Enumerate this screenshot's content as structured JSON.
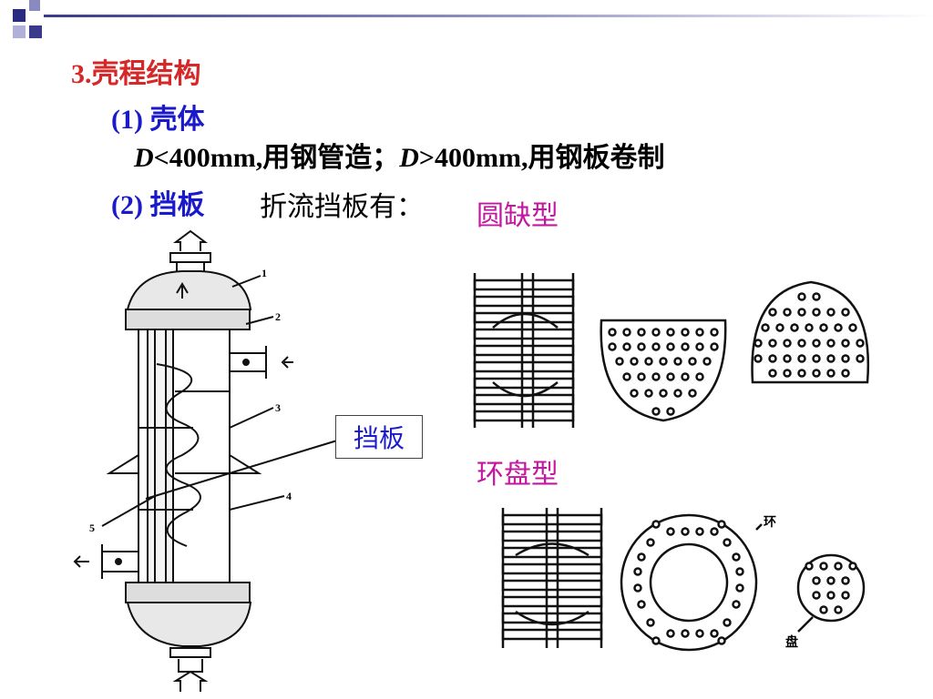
{
  "heading": "3.壳程结构",
  "shell": {
    "label": "(1) 壳体",
    "spec_d1": "D",
    "spec_part1": "<400mm,用钢管造；",
    "spec_d2": "D",
    "spec_part2": ">400mm,用钢板卷制"
  },
  "baffle": {
    "label": "(2) 挡板",
    "intro": "折流挡板有：",
    "type_segmental": "圆缺型",
    "type_disc_ring": "环盘型"
  },
  "callout": "挡板",
  "exchanger_labels": [
    "1",
    "2",
    "3",
    "4",
    "5"
  ],
  "disc_ring_labels": {
    "ring": "环",
    "disc": "盘"
  }
}
